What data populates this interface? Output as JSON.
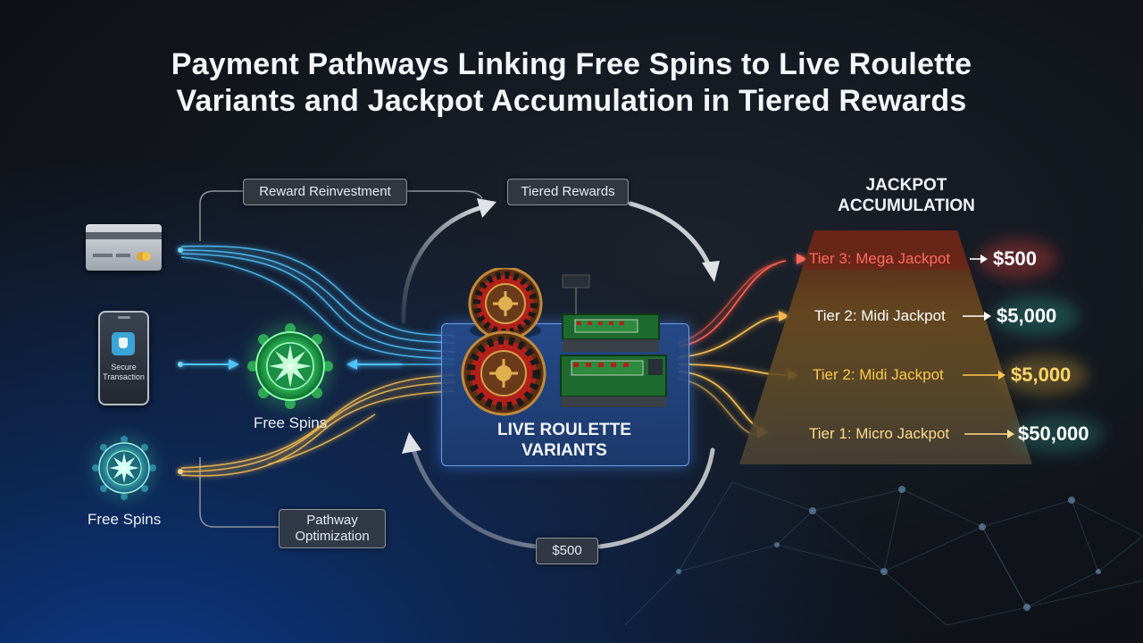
{
  "title": {
    "line1": "Payment Pathways Linking Free Spins to Live Roulette",
    "line2": "Variants and Jackpot Accumulation in Tiered Rewards"
  },
  "pills": {
    "reward_reinvestment": "Reward Reinvestment",
    "tiered_rewards": "Tiered Rewards",
    "pathway_optimization_line1": "Pathway",
    "pathway_optimization_line2": "Optimization",
    "bottom_amount": "$500"
  },
  "phone": {
    "text_line1": "Secure",
    "text_line2": "Transaction"
  },
  "labels": {
    "free_spins_main": "Free Spins",
    "free_spins_small": "Free Spins"
  },
  "center": {
    "line1": "LIVE ROULETTE",
    "line2": "VARIANTS"
  },
  "jackpot": {
    "heading_line1": "JACKPOT",
    "heading_line2": "ACCUMULATION",
    "tiers": [
      {
        "label": "Tier 3: Mega Jackpot",
        "amount": "$500",
        "color": "#ff6a5c"
      },
      {
        "label": "Tier 2: Midi Jackpot",
        "amount": "$5,000",
        "color": "#ffffff"
      },
      {
        "label": "Tier 2: Midi Jackpot",
        "amount": "$5,000",
        "color": "#ffc84a"
      },
      {
        "label": "Tier 1: Micro Jackpot",
        "amount": "$50,000",
        "color": "#ffd98a"
      }
    ]
  },
  "colors": {
    "blue_flow": "#4fc3ff",
    "gold_flow": "#f2b84b",
    "red_flow": "#ff5a4a",
    "green_wheel": "#3ddc6a",
    "platform_blue": "#2c5aa8"
  },
  "icons": [
    "credit-card-icon",
    "smartphone-icon",
    "free-spins-wheel-icon",
    "roulette-wheel-icon",
    "roulette-table-icon"
  ]
}
